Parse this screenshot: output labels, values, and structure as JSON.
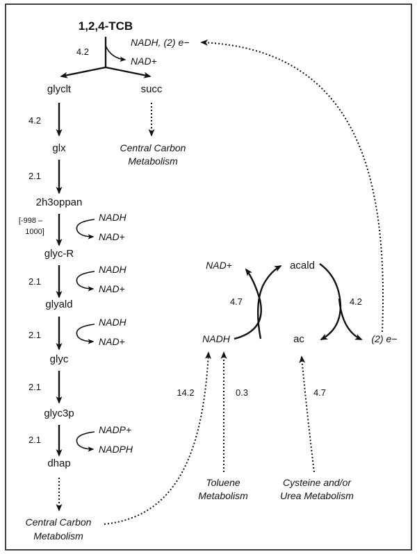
{
  "title": "1,2,4-TCB",
  "metabolites": {
    "glyclt": "glyclt",
    "succ": "succ",
    "glx": "glx",
    "h3oppan": "2h3oppan",
    "glyc_r": "glyc-R",
    "glyald": "glyald",
    "glyc": "glyc",
    "glyc3p": "glyc3p",
    "dhap": "dhap",
    "acald": "acald",
    "ac": "ac"
  },
  "cofactors": {
    "nadh_2e": "NADH, (2) e−",
    "nad_top": "NAD+",
    "nadh_1": "NADH",
    "nad_1": "NAD+",
    "nadh_2": "NADH",
    "nad_2": "NAD+",
    "nadh_3": "NADH",
    "nad_3": "NAD+",
    "nadp": "NADP+",
    "nadph": "NADPH",
    "nad_cycle": "NAD+",
    "nadh_cycle": "NADH",
    "electrons": "(2) e−"
  },
  "fluxes": {
    "tcb_split": "4.2",
    "glyclt_glx": "4.2",
    "glx_h3oppan": "2.1",
    "range_line1": "[-998 –",
    "range_line2": "1000]",
    "glycr_glyald": "2.1",
    "glyald_glyc": "2.1",
    "glyc_glyc3p": "2.1",
    "glyc3p_dhap": "2.1",
    "nad_cycle": "4.7",
    "acald_ac": "4.2",
    "to_nadh_left": "14.2",
    "toluene": "0.3",
    "cysteine": "4.7"
  },
  "external": {
    "ccm_top_line1": "Central Carbon",
    "ccm_top_line2": "Metabolism",
    "ccm_bottom_line1": "Central Carbon",
    "ccm_bottom_line2": "Metabolism",
    "toluene_line1": "Toluene",
    "toluene_line2": "Metabolism",
    "cysteine_line1": "Cysteine and/or",
    "cysteine_line2": "Urea Metabolism"
  }
}
